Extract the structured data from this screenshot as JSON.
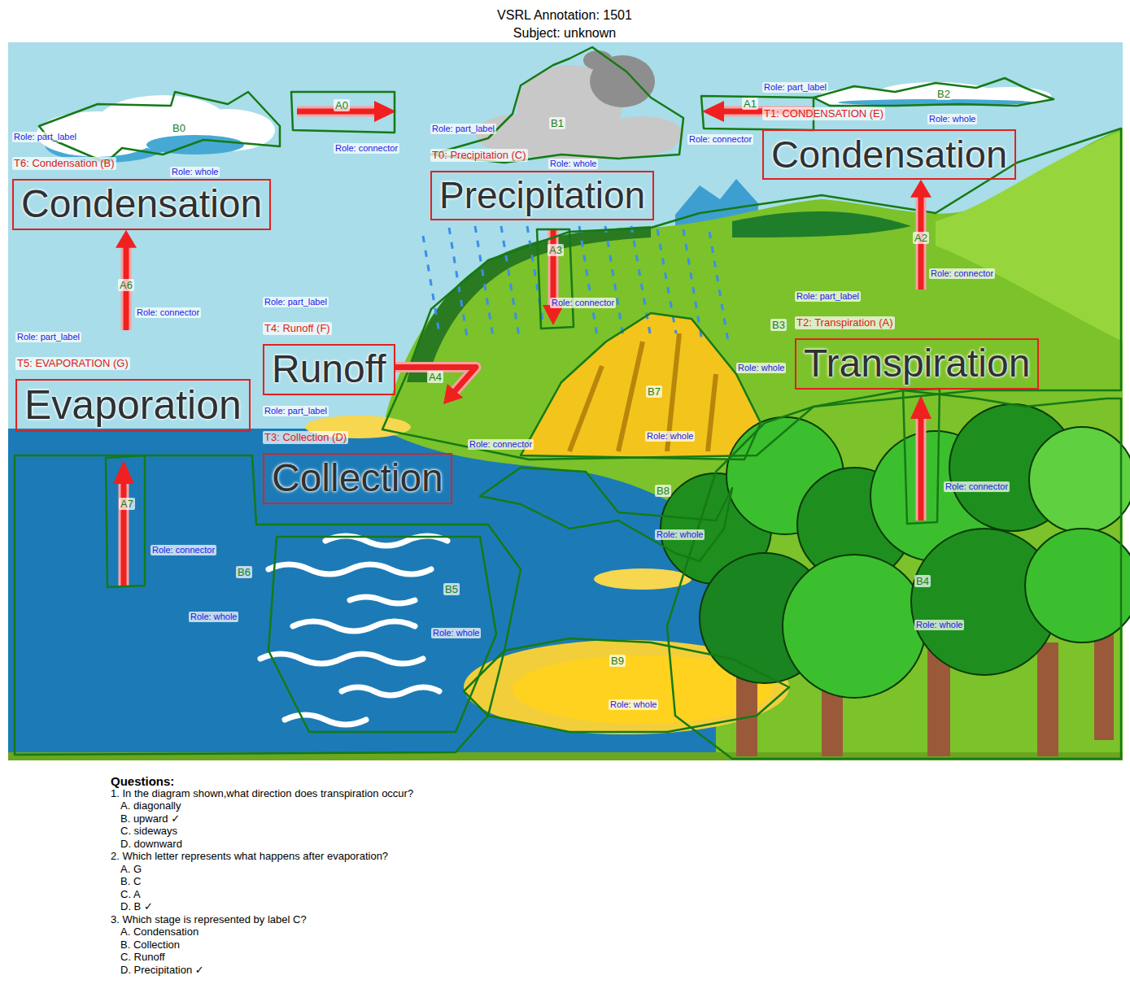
{
  "diagram": {
    "title": "VSRL Annotation: 1501 Subject: unknown",
    "nodes": [
      {
        "text": [
          "Role: part_label",
          "T6: Condensation (B)",
          "Condensation"
        ]
      },
      {
        "text": [
          "Role: part_label",
          "T0: Precipitation (C)",
          "Precipitation"
        ]
      },
      {
        "text": [
          "Role: part_label",
          "T1: CONDENSATION (E)",
          "Condensation"
        ]
      },
      {
        "text": [
          "Role: part_label",
          "T4: Runoff (F)",
          "Runoff"
        ]
      },
      {
        "text": [
          "Role: part_label",
          "T2: Transpiration (A)",
          "Transpiration"
        ]
      },
      {
        "text": [
          "Role: part_label",
          "T5: EVAPORATION (G)",
          "Evaporation"
        ]
      },
      {
        "text": [
          "Role: part_label",
          "T3: Collection (D)",
          "Collection"
        ]
      }
    ],
    "edges": [
      {
        "from": 5,
        "to": 0,
        "arrow": "to",
        "label": "A6"
      },
      {
        "from": 4,
        "to": 2,
        "arrow": "to",
        "label": "A2"
      },
      {
        "from": 3,
        "to": 6,
        "arrow": "to",
        "label": "A4"
      }
    ],
    "labels": [
      "B0",
      "Role: whole",
      "B1",
      "Role: whole",
      "B2",
      "Role: whole",
      "A0",
      "Role: connector",
      "A1",
      "Role: connector",
      "A3",
      "Role: connector",
      "Role: connector",
      "Role: connector",
      "B3",
      "Role: whole",
      "B7",
      "Role: whole",
      "Role: connector",
      "B8",
      "Role: whole",
      "Role: connector",
      "A7",
      "Role: connector",
      "B6",
      "Role: whole",
      "B5",
      "Role: whole",
      "B4",
      "Role: whole",
      "B9",
      "Role: whole",
      "Questions:",
      "1. In the diagram shown,what direction does transpiration occur?",
      "A. diagonally",
      "B. upward ✓",
      "C. sideways",
      "D. downward",
      "2. Which letter represents what happens after evaporation?",
      "A. G",
      "B. C",
      "C. A",
      "D. B ✓",
      "3. Which stage is represented by label C?",
      "A. Condensation",
      "B. Collection",
      "C. Runoff",
      "D. Precipitation ✓"
    ]
  }
}
